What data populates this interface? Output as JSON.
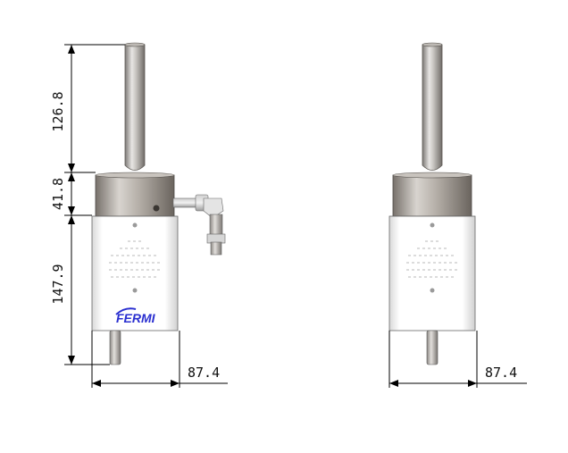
{
  "views": {
    "front": {
      "dimensions": {
        "rod_height": "126.8",
        "collar_height": "41.8",
        "body_height": "147.9",
        "body_width": "87.4"
      },
      "logo": "FERMI"
    },
    "side": {
      "dimensions": {
        "body_width": "87.4"
      }
    }
  },
  "colors": {
    "logo": "#2a2fd0",
    "metal_dark": "#8a8580",
    "metal_light": "#f0eeec",
    "body": "#f7f7f7",
    "dimension_lines": "#000000"
  }
}
